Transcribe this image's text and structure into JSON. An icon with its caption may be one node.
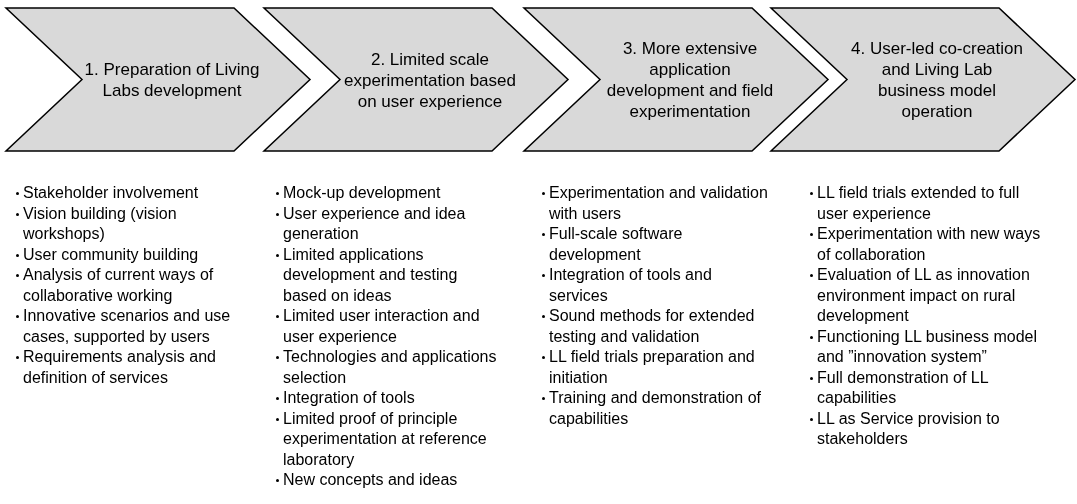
{
  "diagram": {
    "nodes": [
      {
        "text": [
          "1. Preparation of Living Labs development"
        ],
        "beside": [
          "Stakeholder involvement",
          "Vision building (vision workshops)",
          "User community building",
          "Analysis of current ways of collaborative working",
          "Innovative scenarios and use cases, supported by users",
          "Requirements analysis and definition of services"
        ]
      },
      {
        "text": [
          "2. Limited scale experimentation based on user experience"
        ],
        "beside": [
          "Mock-up development",
          "User experience and idea generation",
          "Limited applications development and testing based on ideas",
          "Limited user interaction and user experience",
          "Technologies and applications selection",
          "Integration of tools",
          "Limited proof of principle experimentation at reference laboratory",
          "New concepts and ideas"
        ]
      },
      {
        "text": [
          "3. More extensive application development and field experimentation"
        ],
        "beside": [
          "Experimentation and validation with users",
          "Full-scale software development",
          "Integration of tools and services",
          "Sound methods for extended testing and validation",
          "LL field trials preparation and initiation",
          "Training and demonstration of capabilities"
        ]
      },
      {
        "text": [
          "4. User-led co-creation and Living Lab business model operation"
        ],
        "beside": [
          "LL field trials extended to full user experience",
          "Experimentation with new ways of collaboration",
          "Evaluation of LL as innovation environment impact on rural development",
          "Functioning LL business model and ”innovation system”",
          "Full demonstration of LL capabilities",
          "LL as Service provision to stakeholders"
        ]
      }
    ]
  }
}
